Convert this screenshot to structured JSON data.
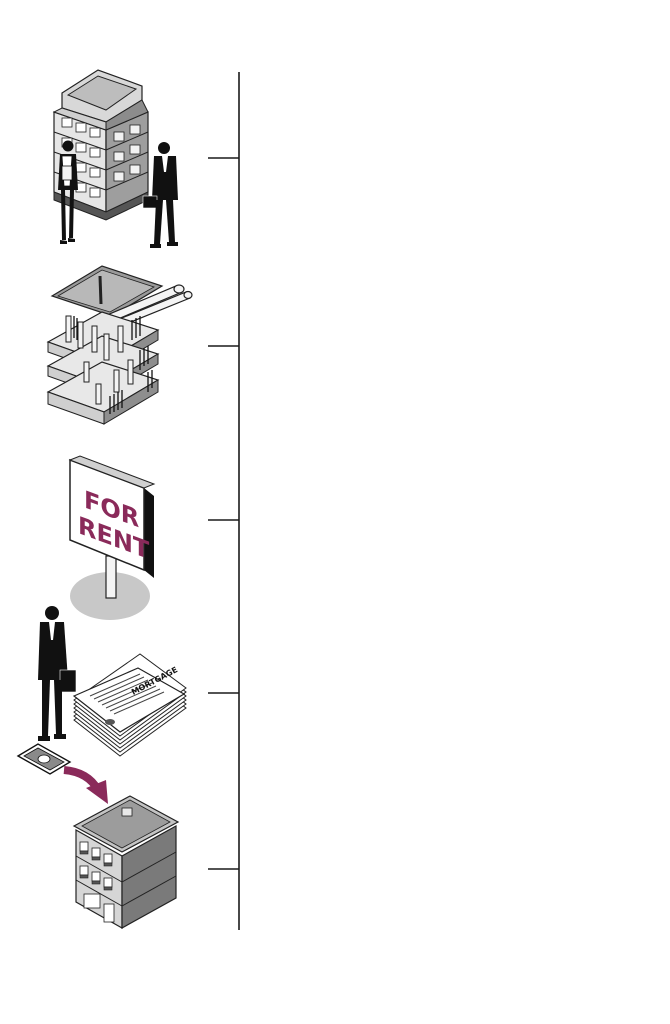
{
  "timeline": {
    "line_color": "#1a1a1a",
    "accent_color": "#8a2a5a",
    "steps": [
      {
        "name": "office-building-with-business-people",
        "icon": "office-building-icon"
      },
      {
        "name": "building-construction-plans",
        "icon": "blueprint-structure-icon"
      },
      {
        "name": "for-rent-sign",
        "icon": "for-rent-sign-icon"
      },
      {
        "name": "mortgage-documents-and-buyer",
        "icon": "mortgage-documents-icon"
      },
      {
        "name": "payment-to-building",
        "icon": "small-building-icon"
      }
    ]
  },
  "sign": {
    "line1": "FOR",
    "line2": "RENT"
  },
  "document": {
    "title": "MORTGAGE"
  }
}
